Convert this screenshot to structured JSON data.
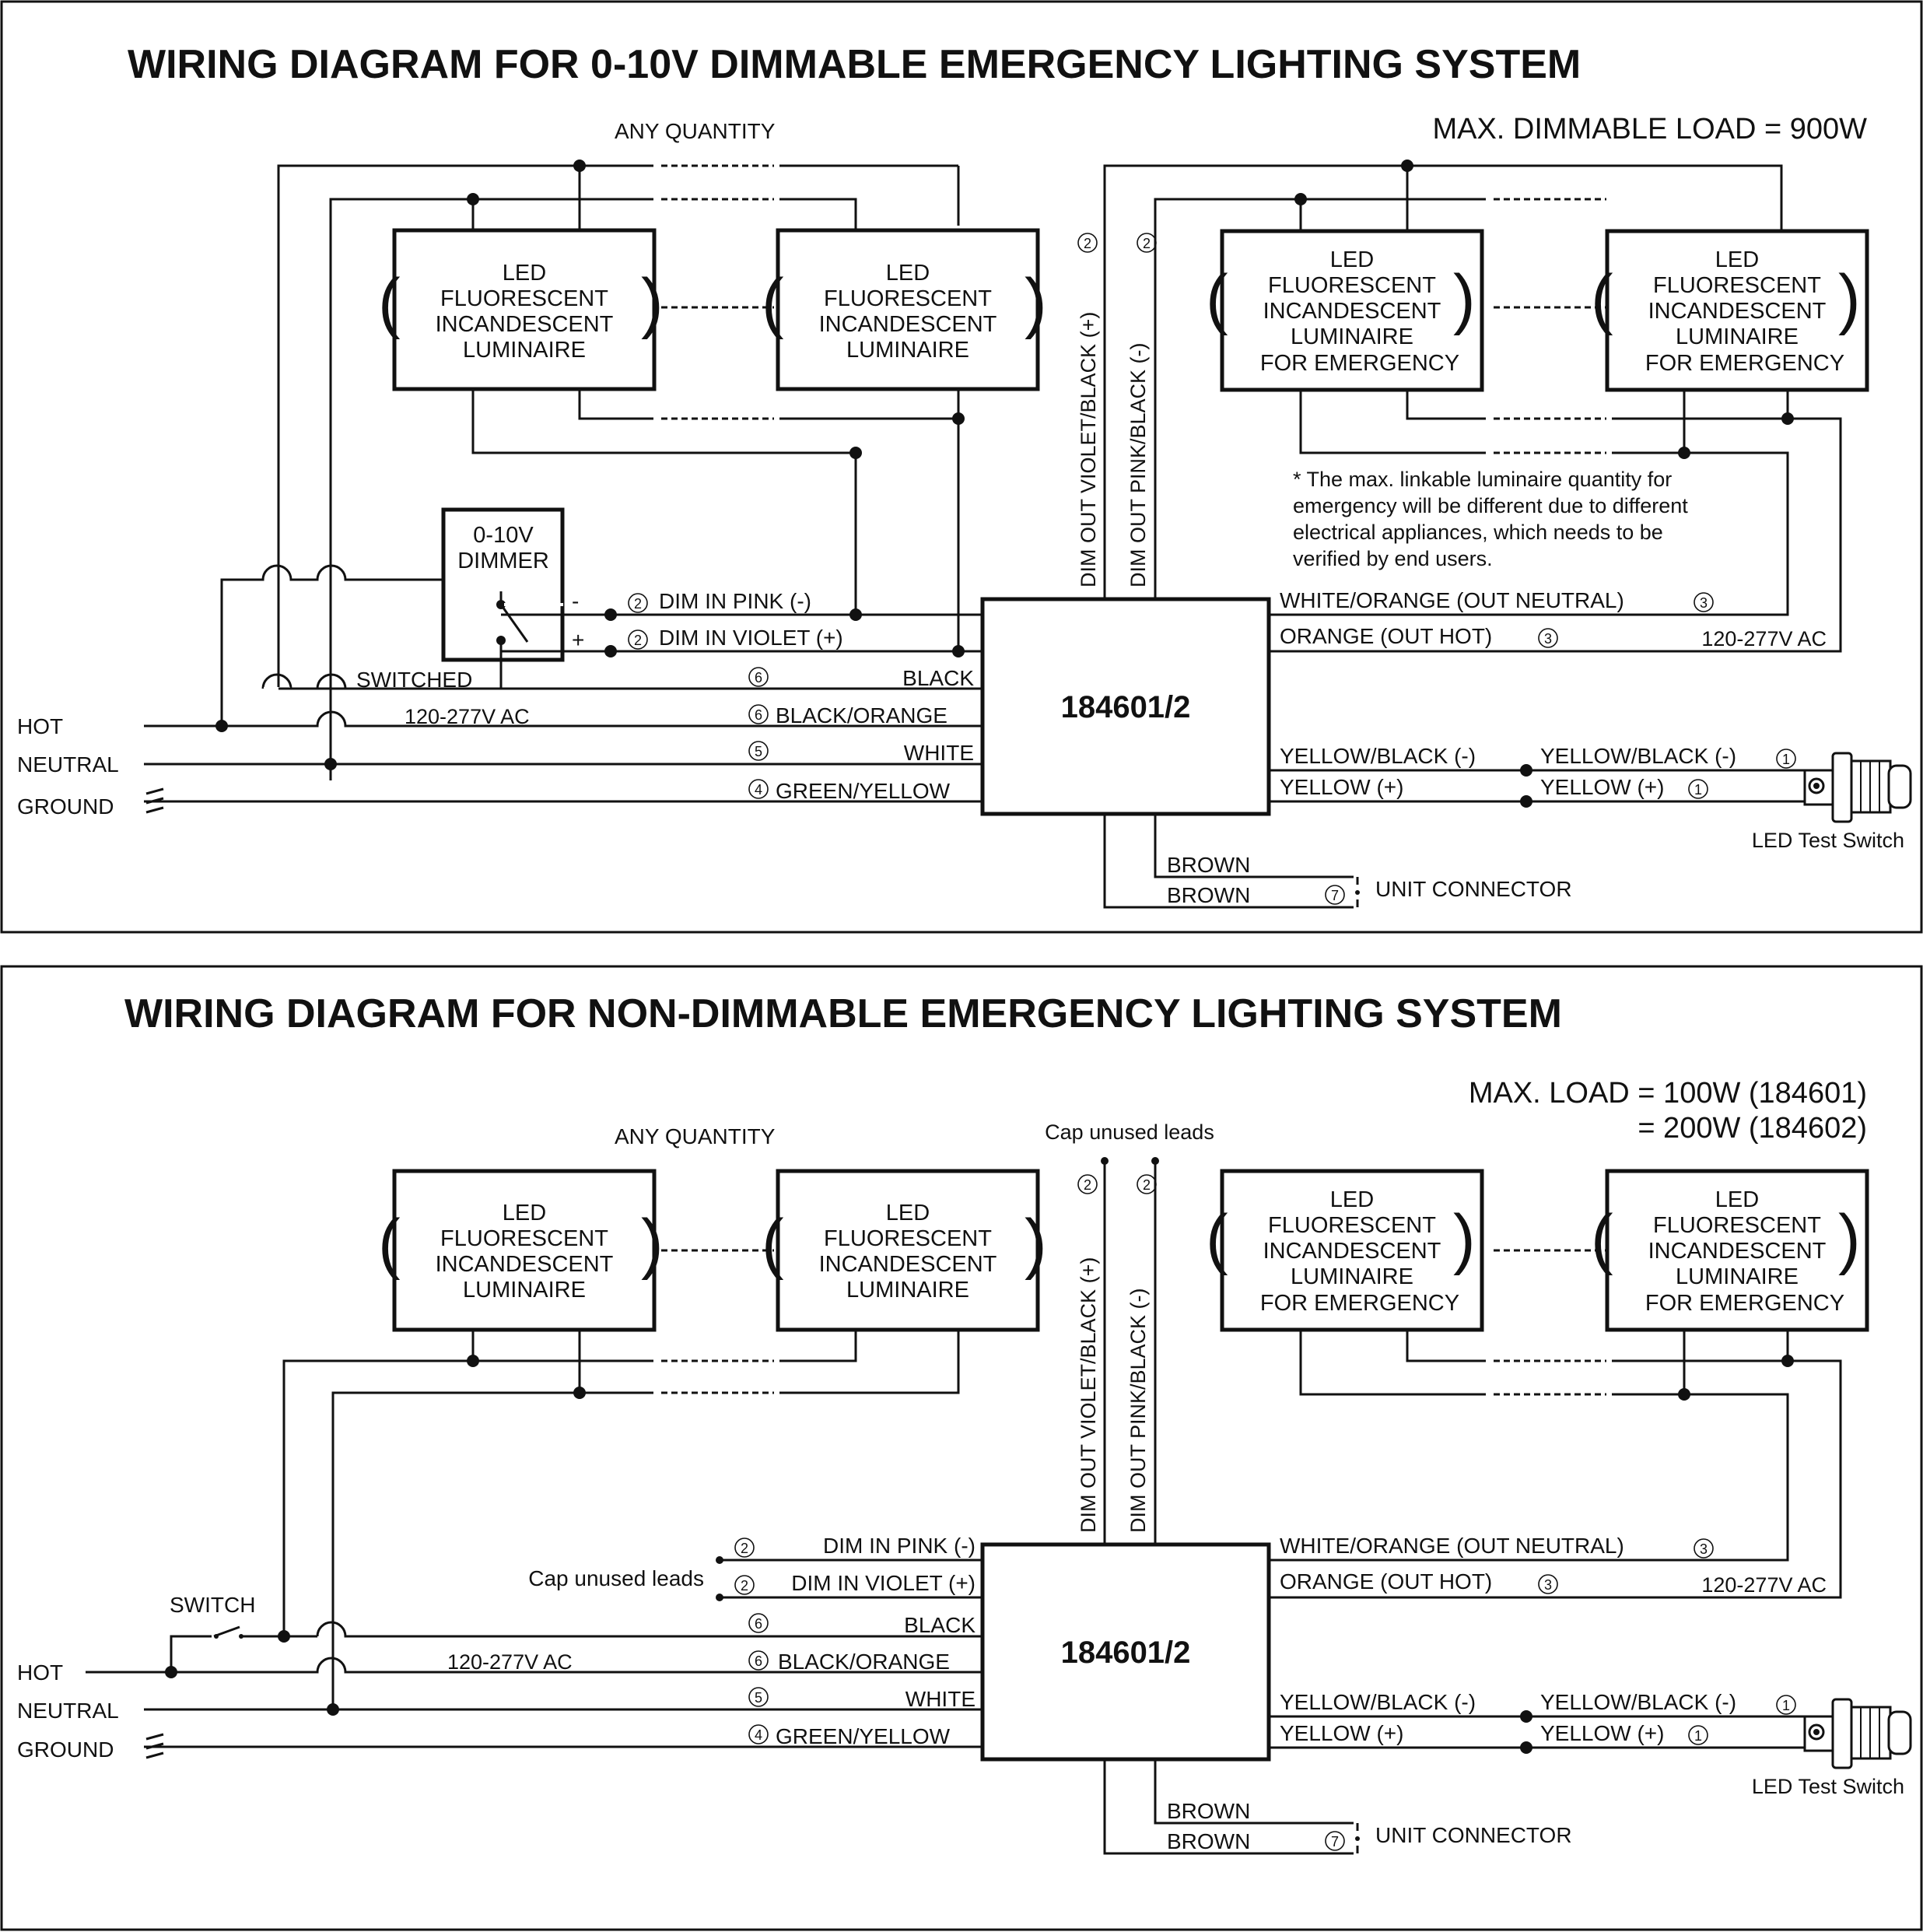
{
  "top": {
    "title": "WIRING DIAGRAM FOR 0-10V DIMMABLE EMERGENCY LIGHTING SYSTEM",
    "any_quantity": "ANY QUANTITY",
    "max_load": "MAX. DIMMABLE LOAD = 900W",
    "luminaire": {
      "l1": "LED",
      "l2": "FLUORESCENT",
      "l3": "INCANDESCENT",
      "l4": "LUMINAIRE"
    },
    "em_luminaire": {
      "l1": "LED",
      "l2": "FLUORESCENT",
      "l3": "INCANDESCENT",
      "l4": "LUMINAIRE",
      "l5": "FOR EMERGENCY"
    },
    "dimmer": {
      "l1": "0-10V",
      "l2": "DIMMER"
    },
    "dim_minus": "-",
    "dim_plus": "+",
    "dim_out_violet": "DIM OUT VIOLET/BLACK (+)",
    "dim_out_pink": "DIM OUT PINK/BLACK (-)",
    "note": {
      "l1": "* The max. linkable luminaire quantity for",
      "l2": "emergency will be different due to different",
      "l3": "electrical appliances, which needs to be",
      "l4": "verified by end users."
    },
    "dim_in_pink": "DIM IN PINK (-)",
    "dim_in_violet": "DIM IN VIOLET (+)",
    "switched": "SWITCHED",
    "black": "BLACK",
    "voltage_left": "120-277V AC",
    "black_orange": "BLACK/ORANGE",
    "white": "WHITE",
    "green_yellow": "GREEN/YELLOW",
    "hot": "HOT",
    "neutral": "NEUTRAL",
    "ground": "GROUND",
    "device": "184601/2",
    "white_orange": "WHITE/ORANGE (OUT NEUTRAL)",
    "orange": "ORANGE (OUT HOT)",
    "voltage_right": "120-277V AC",
    "yb_left": "YELLOW/BLACK (-)",
    "y_left": "YELLOW (+)",
    "yb_right": "YELLOW/BLACK (-)",
    "y_right": "YELLOW (+)",
    "test_switch": "LED Test Switch",
    "brown1": "BROWN",
    "brown2": "BROWN",
    "unit_connector": "UNIT CONNECTOR"
  },
  "bottom": {
    "title": "WIRING DIAGRAM FOR NON-DIMMABLE EMERGENCY LIGHTING SYSTEM",
    "any_quantity": "ANY QUANTITY",
    "max_load_1": "MAX. LOAD = 100W (184601)",
    "max_load_2": "= 200W (184602)",
    "cap_top": "Cap unused leads",
    "cap_left": "Cap unused leads",
    "luminaire": {
      "l1": "LED",
      "l2": "FLUORESCENT",
      "l3": "INCANDESCENT",
      "l4": "LUMINAIRE"
    },
    "em_luminaire": {
      "l1": "LED",
      "l2": "FLUORESCENT",
      "l3": "INCANDESCENT",
      "l4": "LUMINAIRE",
      "l5": "FOR EMERGENCY"
    },
    "dim_out_violet": "DIM OUT VIOLET/BLACK (+)",
    "dim_out_pink": "DIM OUT PINK/BLACK (-)",
    "dim_in_pink": "DIM IN PINK (-)",
    "dim_in_violet": "DIM IN VIOLET (+)",
    "switch": "SWITCH",
    "black": "BLACK",
    "voltage_left": "120-277V AC",
    "black_orange": "BLACK/ORANGE",
    "white": "WHITE",
    "green_yellow": "GREEN/YELLOW",
    "hot": "HOT",
    "neutral": "NEUTRAL",
    "ground": "GROUND",
    "device": "184601/2",
    "white_orange": "WHITE/ORANGE (OUT NEUTRAL)",
    "orange": "ORANGE (OUT HOT)",
    "voltage_right": "120-277V AC",
    "yb_left": "YELLOW/BLACK (-)",
    "y_left": "YELLOW (+)",
    "yb_right": "YELLOW/BLACK (-)",
    "y_right": "YELLOW (+)",
    "test_switch": "LED Test Switch",
    "brown1": "BROWN",
    "brown2": "BROWN",
    "unit_connector": "UNIT CONNECTOR"
  },
  "circled": {
    "n1": "1",
    "n2": "2",
    "n3": "3",
    "n4": "4",
    "n5": "5",
    "n6": "6",
    "n7": "7"
  },
  "colors": {
    "ink": "#111111",
    "background": "#ffffff"
  }
}
